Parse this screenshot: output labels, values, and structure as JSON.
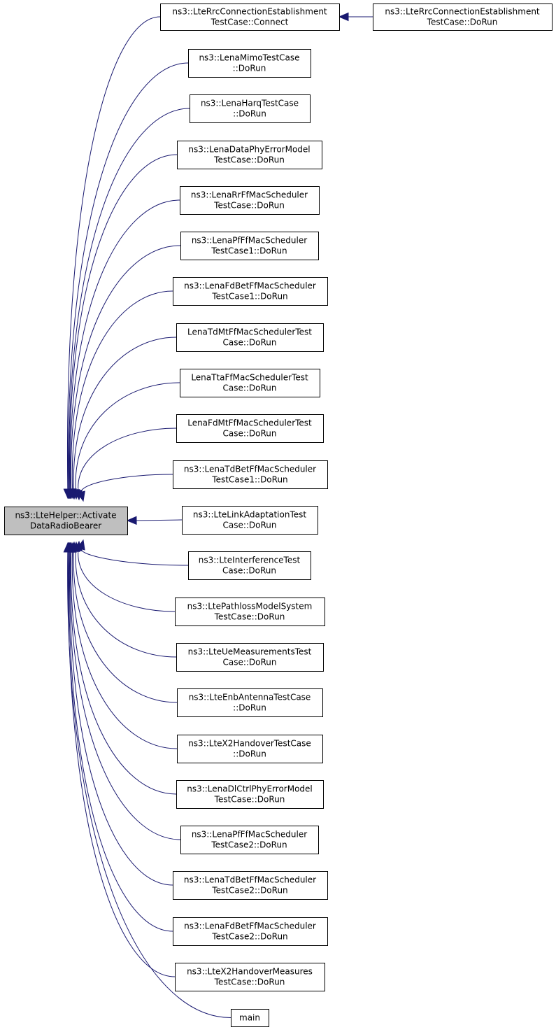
{
  "focus_node": {
    "id": "activate",
    "lines": [
      "ns3::LteHelper::Activate",
      "DataRadioBearer"
    ]
  },
  "caller_nodes": [
    {
      "id": "rrc_connect",
      "lines": [
        "ns3::LteRrcConnectionEstablishment",
        "TestCase::Connect"
      ]
    },
    {
      "id": "mimo",
      "lines": [
        "ns3::LenaMimoTestCase",
        "::DoRun"
      ]
    },
    {
      "id": "harq",
      "lines": [
        "ns3::LenaHarqTestCase",
        "::DoRun"
      ]
    },
    {
      "id": "dataphy",
      "lines": [
        "ns3::LenaDataPhyErrorModel",
        "TestCase::DoRun"
      ]
    },
    {
      "id": "rr",
      "lines": [
        "ns3::LenaRrFfMacScheduler",
        "TestCase::DoRun"
      ]
    },
    {
      "id": "pf1",
      "lines": [
        "ns3::LenaPfFfMacScheduler",
        "TestCase1::DoRun"
      ]
    },
    {
      "id": "fdbet1",
      "lines": [
        "ns3::LenaFdBetFfMacScheduler",
        "TestCase1::DoRun"
      ]
    },
    {
      "id": "tdmt",
      "lines": [
        "LenaTdMtFfMacSchedulerTest",
        "Case::DoRun"
      ]
    },
    {
      "id": "tta",
      "lines": [
        "LenaTtaFfMacSchedulerTest",
        "Case::DoRun"
      ]
    },
    {
      "id": "fdmt",
      "lines": [
        "LenaFdMtFfMacSchedulerTest",
        "Case::DoRun"
      ]
    },
    {
      "id": "tdbet1",
      "lines": [
        "ns3::LenaTdBetFfMacScheduler",
        "TestCase1::DoRun"
      ]
    },
    {
      "id": "linkadapt",
      "lines": [
        "ns3::LteLinkAdaptationTest",
        "Case::DoRun"
      ]
    },
    {
      "id": "interf",
      "lines": [
        "ns3::LteInterferenceTest",
        "Case::DoRun"
      ]
    },
    {
      "id": "pathloss",
      "lines": [
        "ns3::LtePathlossModelSystem",
        "TestCase::DoRun"
      ]
    },
    {
      "id": "uemeas",
      "lines": [
        "ns3::LteUeMeasurementsTest",
        "Case::DoRun"
      ]
    },
    {
      "id": "enbant",
      "lines": [
        "ns3::LteEnbAntennaTestCase",
        "::DoRun"
      ]
    },
    {
      "id": "x2ho",
      "lines": [
        "ns3::LteX2HandoverTestCase",
        "::DoRun"
      ]
    },
    {
      "id": "dlctrl",
      "lines": [
        "ns3::LenaDlCtrlPhyErrorModel",
        "TestCase::DoRun"
      ]
    },
    {
      "id": "pf2",
      "lines": [
        "ns3::LenaPfFfMacScheduler",
        "TestCase2::DoRun"
      ]
    },
    {
      "id": "tdbet2",
      "lines": [
        "ns3::LenaTdBetFfMacScheduler",
        "TestCase2::DoRun"
      ]
    },
    {
      "id": "fdbet2",
      "lines": [
        "ns3::LenaFdBetFfMacScheduler",
        "TestCase2::DoRun"
      ]
    },
    {
      "id": "x2meas",
      "lines": [
        "ns3::LteX2HandoverMeasures",
        "TestCase::DoRun"
      ]
    },
    {
      "id": "main",
      "lines": [
        "main"
      ]
    }
  ],
  "secondary_nodes": [
    {
      "id": "rrc_dorun",
      "lines": [
        "ns3::LteRrcConnectionEstablishment",
        "TestCase::DoRun"
      ],
      "calls": "rrc_connect"
    }
  ],
  "colors": {
    "edge": "#191970",
    "focus_fill": "#bfbfbf",
    "node_fill": "#ffffff",
    "border": "#000000"
  }
}
